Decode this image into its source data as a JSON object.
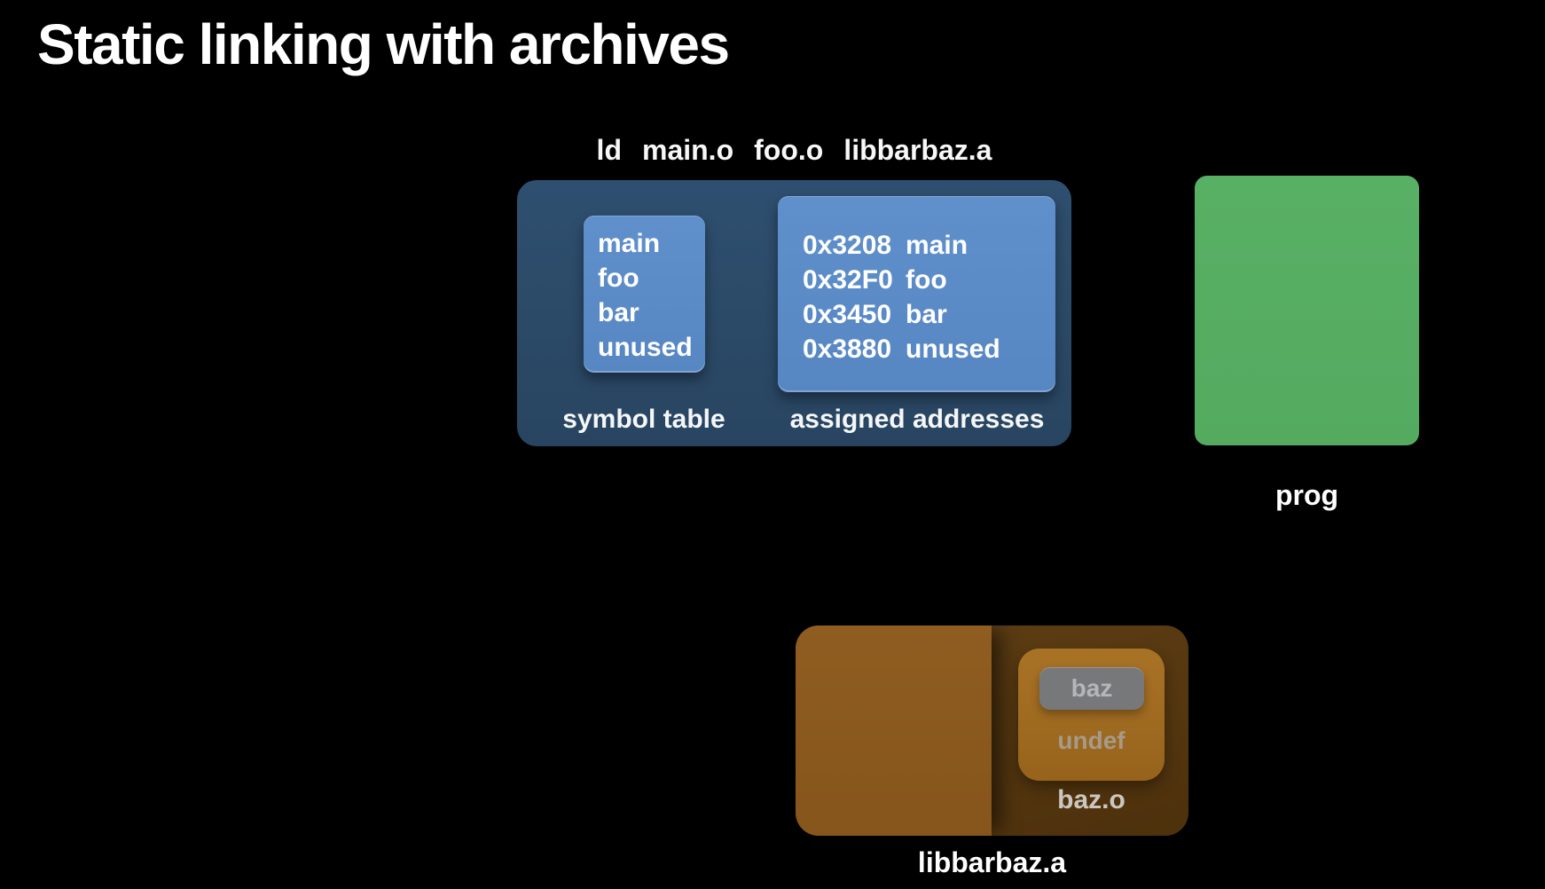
{
  "title": "Static linking with archives",
  "command": {
    "tokens": [
      "ld",
      "main.o",
      "foo.o",
      "libbarbaz.a"
    ]
  },
  "linker": {
    "symbol_table": {
      "label": "symbol table",
      "symbols": [
        "main",
        "foo",
        "bar",
        "unused"
      ]
    },
    "assigned_addresses": {
      "label": "assigned addresses",
      "entries": [
        {
          "address": "0x3208",
          "symbol": "main"
        },
        {
          "address": "0x32F0",
          "symbol": "foo"
        },
        {
          "address": "0x3450",
          "symbol": "bar"
        },
        {
          "address": "0x3880",
          "symbol": "unused"
        }
      ]
    }
  },
  "output": {
    "label": "prog"
  },
  "archive": {
    "label": "libbarbaz.a",
    "member": {
      "label": "baz.o",
      "defined_symbol": "baz",
      "status": "undef"
    }
  },
  "colors": {
    "background": "#000000",
    "linker_container": "#2c4a68",
    "object_card_blue": "#5a89c4",
    "prog_green": "#56ad63",
    "archive_extracted_brown": "#8c5a1d",
    "archive_dark_brown": "#553710",
    "member_brown": "#a06b21",
    "symbol_chip_gray": "#77787a"
  }
}
